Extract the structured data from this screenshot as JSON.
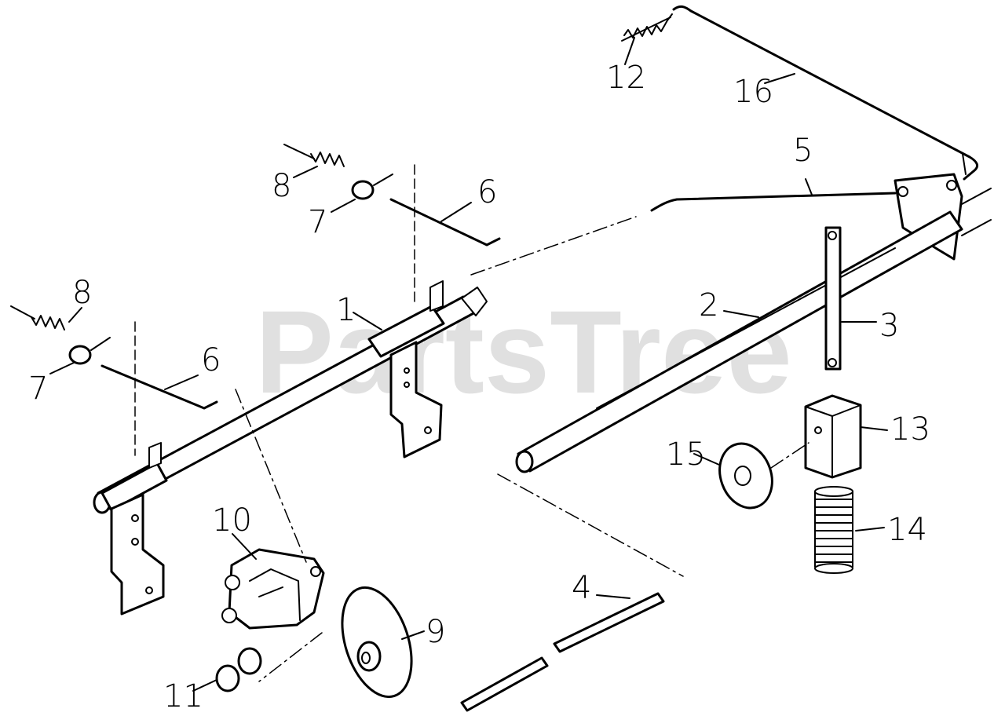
{
  "watermark": "PartsTree",
  "callouts": [
    "1",
    "2",
    "3",
    "4",
    "5",
    "6",
    "6",
    "7",
    "7",
    "8",
    "8",
    "9",
    "10",
    "11",
    "12",
    "13",
    "14",
    "15",
    "16"
  ]
}
